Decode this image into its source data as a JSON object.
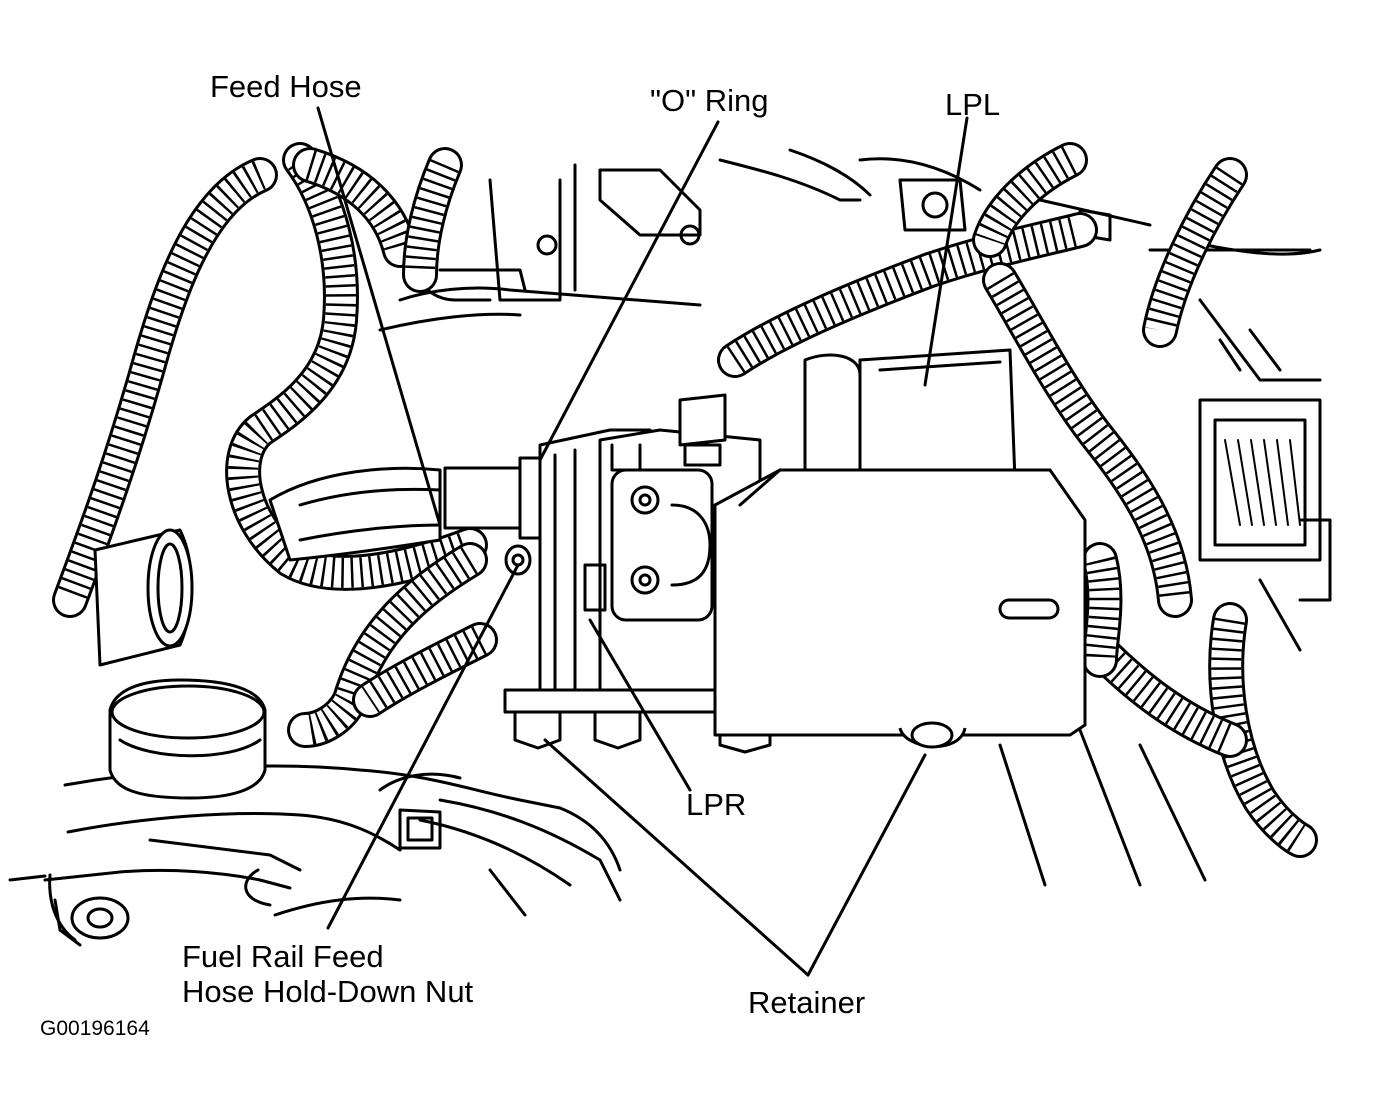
{
  "figure": {
    "figure_id": "G00196164"
  },
  "callouts": {
    "feed_hose": "Feed Hose",
    "o_ring": "\"O\" Ring",
    "lpl": "LPL",
    "lpr": "LPR",
    "fuel_rail_feed_line1": "Fuel Rail Feed",
    "fuel_rail_feed_line2": "Hose Hold-Down Nut",
    "retainer": "Retainer"
  }
}
